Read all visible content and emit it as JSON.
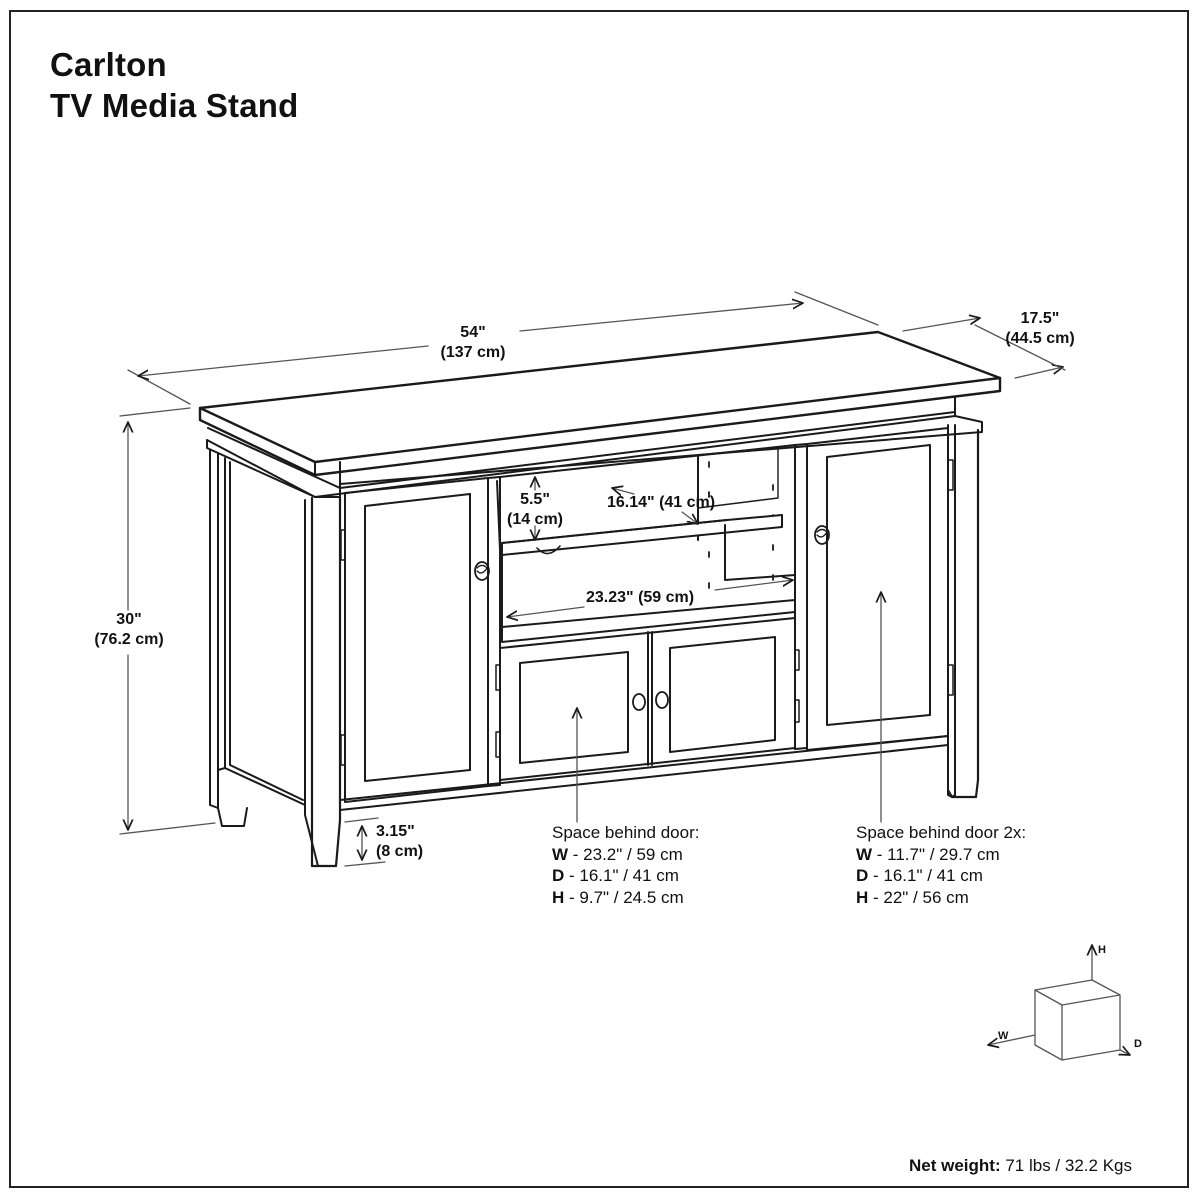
{
  "title": {
    "line1": "Carlton",
    "line2": "TV Media Stand"
  },
  "dimensions": {
    "width_in": "54\"",
    "width_cm": "(137 cm)",
    "depth_in": "17.5\"",
    "depth_cm": "(44.5 cm)",
    "height_in": "30\"",
    "height_cm": "(76.2 cm)",
    "clearance_in": "3.15\"",
    "clearance_cm": "(8 cm)",
    "shelf_height_in": "5.5\"",
    "shelf_height_cm": "(14 cm)",
    "shelf_depth": "16.14\" (41 cm)",
    "shelf_width": "23.23\" (59 cm)"
  },
  "space_behind_door": {
    "heading": "Space behind door:",
    "w_key": "W",
    "w_value": " - 23.2\" / 59 cm",
    "d_key": "D",
    "d_value": " - 16.1\" / 41 cm",
    "h_key": "H",
    "h_value": " - 9.7\" / 24.5 cm"
  },
  "space_behind_door_2x": {
    "heading": "Space behind door 2x:",
    "w_key": "W",
    "w_value": " - 11.7\" / 29.7 cm",
    "d_key": "D",
    "d_value": " - 16.1\" / 41 cm",
    "h_key": "H",
    "h_value": " - 22\" / 56 cm"
  },
  "axis_legend": {
    "h": "H",
    "w": "W",
    "d": "D"
  },
  "net_weight": {
    "label": "Net weight:",
    "value": " 71 lbs / 32.2 Kgs"
  },
  "colors": {
    "line": "#1a1a1a",
    "dimension_line": "#555555",
    "background": "#ffffff"
  }
}
